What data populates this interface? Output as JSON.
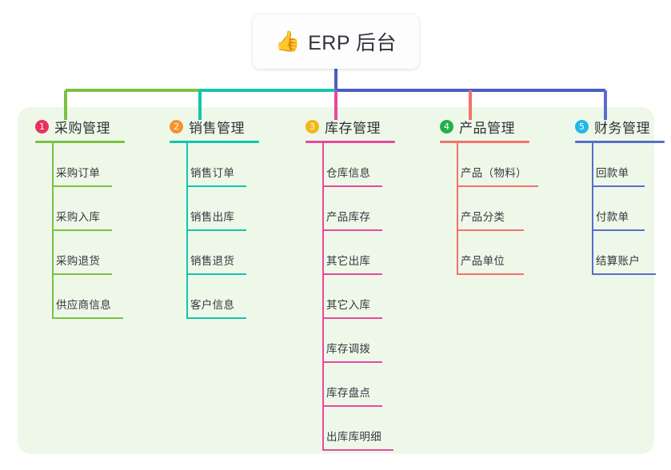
{
  "root": {
    "icon": "thumbs-up-icon",
    "emoji": "👍",
    "title": "ERP 后台"
  },
  "panel": {
    "background_color": "#eef8e9"
  },
  "colors": {
    "green": "#7cc142",
    "teal": "#14c4ae",
    "pink": "#e8489c",
    "salmon": "#f4726a",
    "blue": "#5a6ccc",
    "badge_1": "#e8315f",
    "badge_2": "#f59331",
    "badge_3": "#f5b61a",
    "badge_4": "#23b04c",
    "badge_5": "#25b6e8",
    "root_connector": "#4a5ec4"
  },
  "columns": [
    {
      "index": "1",
      "badge_color": "#e8315f",
      "line_color": "#7cc142",
      "title": "采购管理",
      "underline_width": 112,
      "items": [
        {
          "label": "采购订单",
          "underline_width": 75
        },
        {
          "label": "采购入库",
          "underline_width": 75
        },
        {
          "label": "采购退货",
          "underline_width": 75
        },
        {
          "label": "供应商信息",
          "underline_width": 89
        }
      ]
    },
    {
      "index": "2",
      "badge_color": "#f59331",
      "line_color": "#14c4ae",
      "title": "销售管理",
      "underline_width": 112,
      "items": [
        {
          "label": "销售订单",
          "underline_width": 75
        },
        {
          "label": "销售出库",
          "underline_width": 75
        },
        {
          "label": "销售退货",
          "underline_width": 75
        },
        {
          "label": "客户信息",
          "underline_width": 75
        }
      ]
    },
    {
      "index": "3",
      "badge_color": "#f5b61a",
      "line_color": "#e8489c",
      "title": "库存管理",
      "underline_width": 112,
      "items": [
        {
          "label": "仓库信息",
          "underline_width": 75
        },
        {
          "label": "产品库存",
          "underline_width": 75
        },
        {
          "label": "其它出库",
          "underline_width": 75
        },
        {
          "label": "其它入库",
          "underline_width": 75
        },
        {
          "label": "库存调拨",
          "underline_width": 75
        },
        {
          "label": "库存盘点",
          "underline_width": 75
        },
        {
          "label": "出库库明细",
          "underline_width": 89
        }
      ]
    },
    {
      "index": "4",
      "badge_color": "#23b04c",
      "line_color": "#f4726a",
      "title": "产品管理",
      "underline_width": 112,
      "items": [
        {
          "label": "产品（物料）",
          "underline_width": 102
        },
        {
          "label": "产品分类",
          "underline_width": 84
        },
        {
          "label": "产品单位",
          "underline_width": 84
        }
      ]
    },
    {
      "index": "5",
      "badge_color": "#25b6e8",
      "line_color": "#5a6ccc",
      "title": "财务管理",
      "underline_width": 112,
      "items": [
        {
          "label": "回款单",
          "underline_width": 66
        },
        {
          "label": "付款单",
          "underline_width": 66
        },
        {
          "label": "结算账户",
          "underline_width": 80
        }
      ]
    }
  ]
}
